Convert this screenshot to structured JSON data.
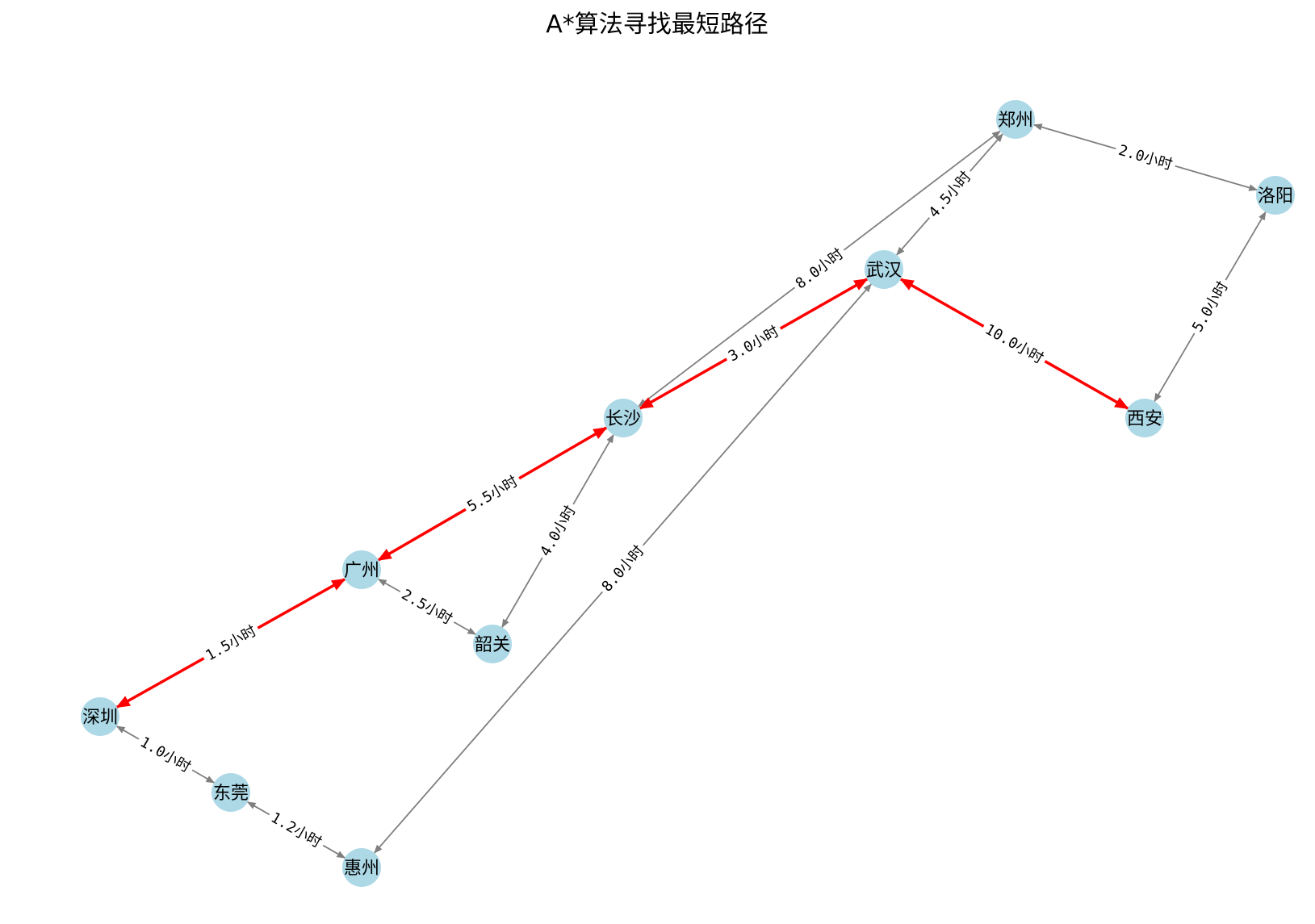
{
  "title": "A*算法寻找最短路径",
  "colors": {
    "node_fill": "#add8e6",
    "edge": "#7f7f7f",
    "path": "#ff0000",
    "label_bg": "#ffffff"
  },
  "nodes": [
    {
      "id": "shenzhen",
      "label": "深圳"
    },
    {
      "id": "dongguan",
      "label": "东莞"
    },
    {
      "id": "huizhou",
      "label": "惠州"
    },
    {
      "id": "guangzhou",
      "label": "广州"
    },
    {
      "id": "shaoguan",
      "label": "韶关"
    },
    {
      "id": "changsha",
      "label": "长沙"
    },
    {
      "id": "wuhan",
      "label": "武汉"
    },
    {
      "id": "zhengzhou",
      "label": "郑州"
    },
    {
      "id": "luoyang",
      "label": "洛阳"
    },
    {
      "id": "xian",
      "label": "西安"
    }
  ],
  "edges": [
    {
      "source": "shenzhen",
      "target": "dongguan",
      "label": "1.0小时",
      "path": false
    },
    {
      "source": "dongguan",
      "target": "huizhou",
      "label": "1.2小时",
      "path": false
    },
    {
      "source": "guangzhou",
      "target": "shaoguan",
      "label": "2.5小时",
      "path": false
    },
    {
      "source": "shaoguan",
      "target": "changsha",
      "label": "4.0小时",
      "path": false
    },
    {
      "source": "huizhou",
      "target": "wuhan",
      "label": "8.0小时",
      "path": false
    },
    {
      "source": "changsha",
      "target": "zhengzhou",
      "label": "8.0小时",
      "path": false
    },
    {
      "source": "wuhan",
      "target": "zhengzhou",
      "label": "4.5小时",
      "path": false
    },
    {
      "source": "zhengzhou",
      "target": "luoyang",
      "label": "2.0小时",
      "path": false
    },
    {
      "source": "luoyang",
      "target": "xian",
      "label": "5.0小时",
      "path": false
    },
    {
      "source": "shenzhen",
      "target": "guangzhou",
      "label": "1.5小时",
      "path": true
    },
    {
      "source": "guangzhou",
      "target": "changsha",
      "label": "5.5小时",
      "path": true
    },
    {
      "source": "changsha",
      "target": "wuhan",
      "label": "3.0小时",
      "path": true
    },
    {
      "source": "wuhan",
      "target": "xian",
      "label": "10.0小时",
      "path": true
    }
  ]
}
